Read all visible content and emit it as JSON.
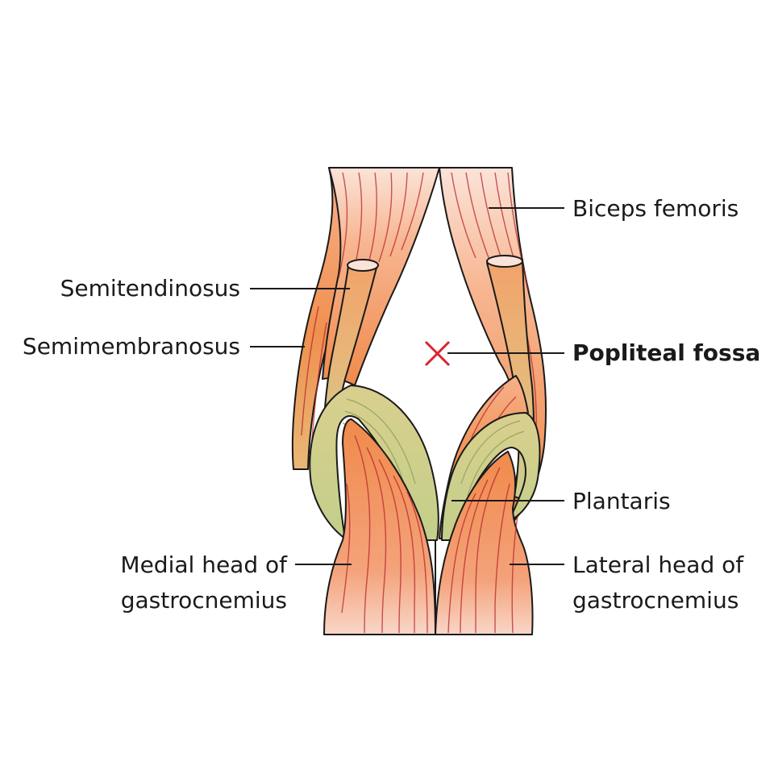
{
  "labels": {
    "biceps_femoris": "Biceps femoris",
    "semitendinosus": "Semitendinosus",
    "semimembranosus": "Semimembranosus",
    "popliteal_fossa": "Popliteal fossa",
    "plantaris": "Plantaris",
    "medial_head_line1": "Medial head of",
    "medial_head_line2": "gastrocnemius",
    "lateral_head_line1": "Lateral head of",
    "lateral_head_line2": "gastrocnemius"
  },
  "colors": {
    "muscle_light": "#f9d6c8",
    "muscle_mid": "#f6a77a",
    "muscle_deep": "#f08a4b",
    "tendon": "#c9d08f",
    "fiber": "#b5262e",
    "marker": "#d9252f",
    "text": "#1a1a1a"
  }
}
